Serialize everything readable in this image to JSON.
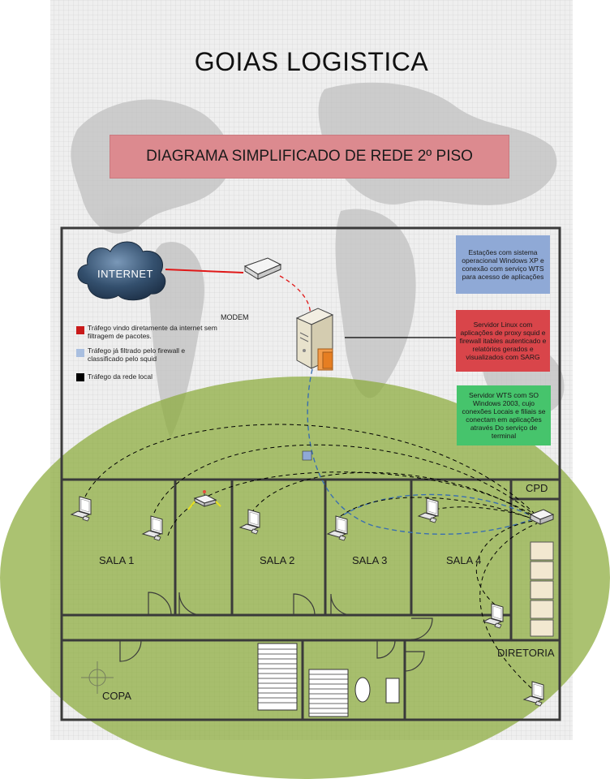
{
  "title": "GOIAS LOGISTICA",
  "subtitle": "DIAGRAMA SIMPLIFICADO DE REDE 2º PISO",
  "cloud_label": "INTERNET",
  "modem_label": "MODEM",
  "legend": {
    "red": "Tráfego vindo diretamente da internet sem filtragem de pacotes.",
    "blue": "Tráfego já filtrado pelo firewall e classificado pelo squid",
    "black": "Tráfego da rede local"
  },
  "info_boxes": {
    "blue": "Estações com sistema operacional Windows XP e conexão com serviço WTS para acesso de aplicações",
    "red": "Servidor Linux com aplicações de proxy squid e firewall itables autenticado e relatórios gerados e visualizados com SARG",
    "green": "Servidor WTS com SO Windows 2003, cujo conexões Locais e filiais se conectam em aplicações através Do serviço de terminal"
  },
  "rooms": {
    "sala1": "SALA 1",
    "sala2": "SALA 2",
    "sala3": "SALA 3",
    "sala4": "SALA 4",
    "cpd": "CPD",
    "diretoria": "DIRETORIA",
    "copa": "COPA"
  },
  "colors": {
    "red_traffic": "#e01818",
    "blue_traffic": "#3a6fb0",
    "local_traffic": "#000000",
    "box_blue": "#8fa9d6",
    "box_red": "#d9454a",
    "box_green": "#46c46c",
    "ellipse": "#8aaa3a",
    "subtitle_bg": "#dc8a8f"
  }
}
